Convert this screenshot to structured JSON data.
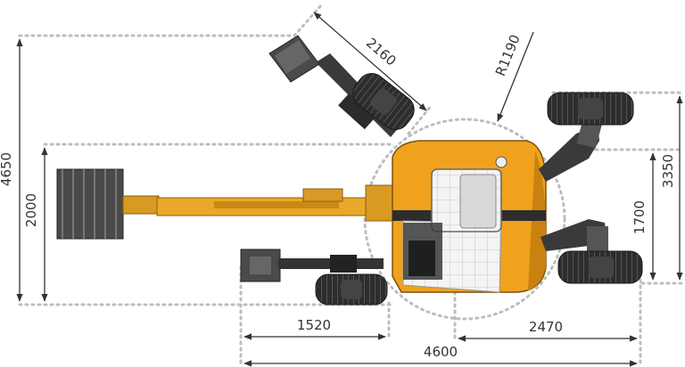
{
  "dimensions": {
    "overall_height": "4650",
    "body_width": "2000",
    "arm_length": "2160",
    "turning_radius": "R1190",
    "rear_track_depth": "3350",
    "rear_width": "1700",
    "front_overhang": "1520",
    "rear_section": "2470",
    "overall_length": "4600"
  },
  "colors": {
    "body": "#f0a21e",
    "body_shadow": "#c9820f",
    "dark": "#3a3a3a",
    "tire": "#2d2d2d",
    "cab_glass": "#e6e6e6",
    "dotted": "#bdbdbd"
  }
}
